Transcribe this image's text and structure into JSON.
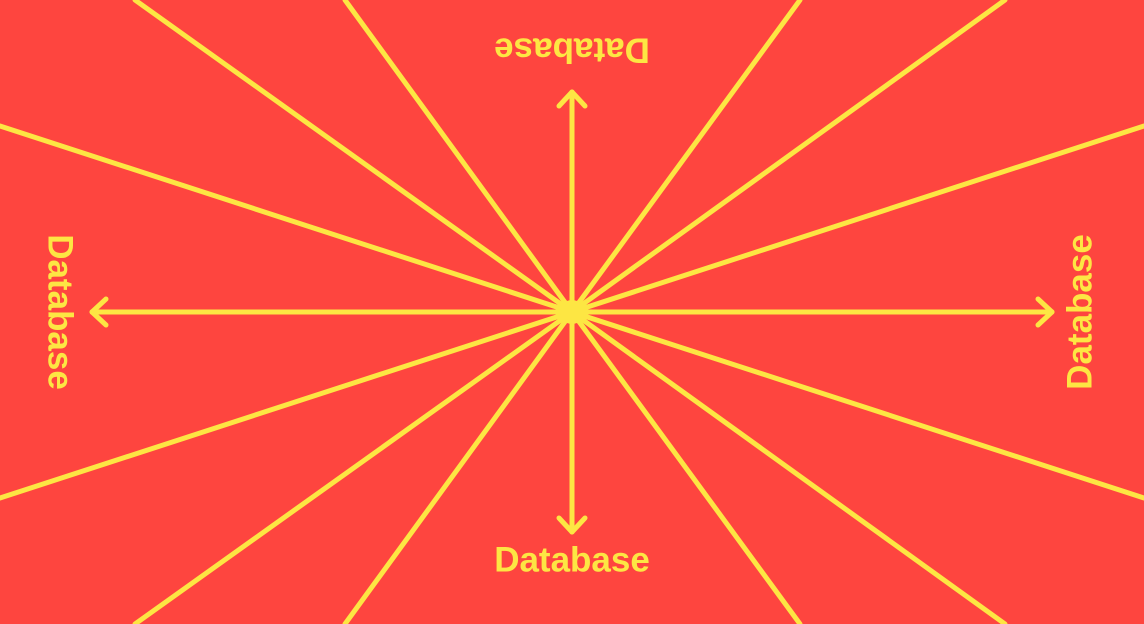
{
  "colors": {
    "background": "#fe453f",
    "foreground": "#fde643"
  },
  "labels": {
    "top": "Database",
    "bottom": "Database",
    "left": "Database",
    "right": "Database"
  }
}
